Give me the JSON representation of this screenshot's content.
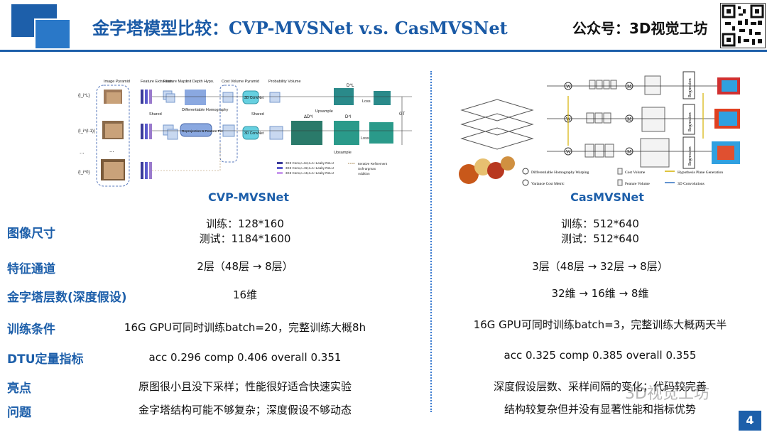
{
  "header": {
    "title": "金字塔模型比较：CVP-MVSNet v.s. CasMVSNet",
    "account": "公众号：3D视觉工坊"
  },
  "figures": {
    "left": {
      "caption": "CVP-MVSNet",
      "labels": {
        "image_pyramid": "Image Pyramid",
        "feature_extraction": "Feature Extraction",
        "feature_maps": "Feature Maps",
        "init_depth": "Init Depth Hypo.",
        "cost_volume_pyramid": "Cost Volume Pyramid",
        "probability_volume": "Probability Volume",
        "shared1": "Shared",
        "shared2": "Shared",
        "diff_homography": "Differentiable Homography",
        "reprojection": "Reprojection & Feature Fetching",
        "convnet1": "3D ConvNet",
        "convnet2": "3D ConvNet",
        "upsample1": "Upsample",
        "upsample2": "Upsample",
        "loss1": "Loss",
        "loss2": "Loss",
        "gt": "GT",
        "d_l": "D^L",
        "d_delta": "ΔD^l",
        "d_small": "D^l",
        "input1": "{I_i^L}",
        "input2": "{I_i^(l-1)}",
        "input3": "{I_i^0}",
        "ellipsis": "...",
        "legend1": "3X3 Conv,c=64,s=1+Leaky ReLU",
        "legend2": "3X3 Conv,c=32,s=1+Leaky ReLU",
        "legend3": "3X3 Conv,c=16,s=1+Leaky ReLU",
        "legend4": "Iterative Refinement",
        "legend5": "Soft-argmax",
        "legend6": "Addition"
      }
    },
    "right": {
      "caption": "CasMVSNet",
      "labels": {
        "regression": "Regression",
        "w": "W",
        "m": "M",
        "legend_homography": "Differentiable Homography Warping",
        "legend_cost_volume": "Cost Volume",
        "legend_hypothesis": "Hypothesis Plane Generation",
        "legend_variance": "Variance Cost Metric",
        "legend_feature": "Feature Volume",
        "legend_3dconv": "3D Convolutions"
      }
    }
  },
  "rows": [
    {
      "label": "图像尺寸",
      "left": [
        "训练：128*160",
        "测试：1184*1600"
      ],
      "right": [
        "训练：512*640",
        "测试：512*640"
      ]
    },
    {
      "label": "特征通道",
      "left": [
        "2层（48层 → 8层）"
      ],
      "right": [
        "3层（48层 → 32层 → 8层）"
      ]
    },
    {
      "label": "金字塔层数(深度假设)",
      "left": [
        "16维"
      ],
      "right": [
        "32维 → 16维 → 8维"
      ]
    },
    {
      "label": "训练条件",
      "left": [
        "16G GPU可同时训练batch=20，完整训练大概8h"
      ],
      "right": [
        "16G GPU可同时训练batch=3，完整训练大概两天半"
      ]
    },
    {
      "label": "DTU定量指标",
      "left": [
        "acc 0.296  comp 0.406  overall 0.351"
      ],
      "right": [
        "acc 0.325  comp 0.385  overall 0.355"
      ]
    },
    {
      "label": "亮点",
      "left": [
        "原图很小且没下采样；性能很好适合快速实验"
      ],
      "right": [
        "深度假设层数、采样间隔的变化；代码较完善"
      ]
    },
    {
      "label": "问题",
      "left": [
        "金字塔结构可能不够复杂；深度假设不够动态"
      ],
      "right": [
        "结构较复杂但并没有显著性能和指标优势"
      ]
    }
  ],
  "watermark": "3D视觉工坊",
  "page_number": "4",
  "colors": {
    "accent": "#1d5faa",
    "divider": "#3b7bd0"
  }
}
